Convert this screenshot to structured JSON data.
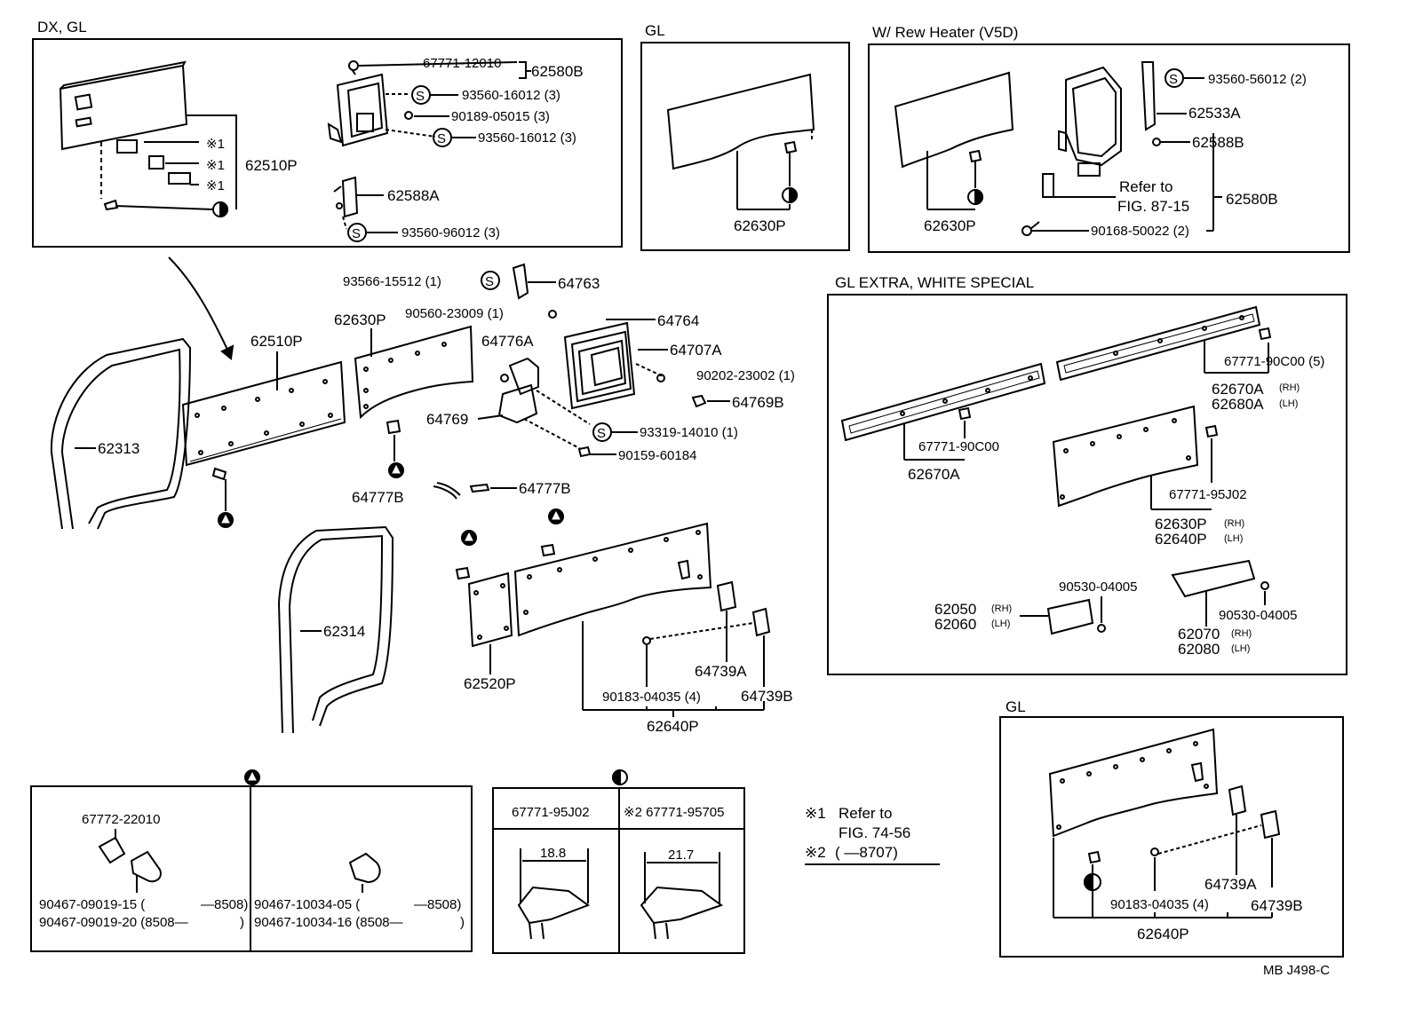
{
  "sections": {
    "dx_gl": "DX, GL",
    "gl_top": "GL",
    "rew_heater": "W/ Rew Heater (V5D)",
    "gl_extra": "GL  EXTRA, WHITE  SPECIAL",
    "gl_bottom": "GL"
  },
  "dx_gl_box": {
    "p67771_12010": "67771-12010",
    "p62580B": "62580B",
    "p93560_16012a": "93560-16012 (3)",
    "p90189_05015": "90189-05015 (3)",
    "p93560_16012b": "93560-16012 (3)",
    "p62510P": "62510P",
    "p62588A": "62588A",
    "p93560_96012": "93560-96012 (3)",
    "ref1": "※1",
    "ref2": "※1",
    "ref3": "※1"
  },
  "gl_top_box": {
    "p62630P": "62630P"
  },
  "heater_box": {
    "p93560_56012": "93560-56012 (2)",
    "p62533A": "62533A",
    "p62588B": "62588B",
    "refer_to": "Refer to",
    "fig": "FIG. 87-15",
    "p62580B": "62580B",
    "p62630P": "62630P",
    "p90168_50022": "90168-50022 (2)"
  },
  "main": {
    "p93566_15512": "93566-15512 (1)",
    "p64763": "64763",
    "p90560_23009": "90560-23009 (1)",
    "p64764": "64764",
    "p62630P": "62630P",
    "p62510P": "62510P",
    "p64776A": "64776A",
    "p64707A": "64707A",
    "p90202_23002": "90202-23002 (1)",
    "p64769B": "64769B",
    "p64769": "64769",
    "p93319_14010": "93319-14010 (1)",
    "p90159_60184": "90159-60184",
    "p62313": "62313",
    "p64777B_a": "64777B",
    "p64777B_b": "64777B",
    "p62314": "62314",
    "p62520P": "62520P",
    "p64739A": "64739A",
    "p64739B": "64739B",
    "p90183_04035": "90183-04035 (4)",
    "p62640P": "62640P"
  },
  "gl_extra_box": {
    "p67771_90C00_5": "67771-90C00 (5)",
    "p62670A_rh": "62670A",
    "rh1": "(RH)",
    "p62680A_lh": "62680A",
    "lh1": "(LH)",
    "p67771_90C00": "67771-90C00",
    "p62670A": "62670A",
    "p67771_95J02": "67771-95J02",
    "p62630P": "62630P",
    "rh2": "(RH)",
    "p62640P": "62640P",
    "lh2": "(LH)",
    "p90530_04005a": "90530-04005",
    "p62050": "62050",
    "rh3": "(RH)",
    "p62060": "62060",
    "lh3": "(LH)",
    "p90530_04005b": "90530-04005",
    "p62070": "62070",
    "rh4": "(RH)",
    "p62080": "62080",
    "lh4": "(LH)"
  },
  "triangle_box": {
    "p67772_22010": "67772-22010",
    "p90467_09019_15": "90467-09019-15 (",
    "p90467_09019_15_end": "—8508)",
    "p90467_09019_20": "90467-09019-20 (8508—",
    "p90467_09019_20_end": ")",
    "p90467_10034_05": "90467-10034-05 (",
    "p90467_10034_05_end": "—8508)",
    "p90467_10034_16": "90467-10034-16 (8508—",
    "p90467_10034_16_end": ")"
  },
  "half_box": {
    "col1": "67771-95J02",
    "col2": "※2 67771-95705",
    "dim1": "18.8",
    "dim2": "21.7"
  },
  "notes": {
    "n1_mark": "※1",
    "n1_text": "Refer to",
    "n1_fig": "FIG. 74-56",
    "n2_mark": "※2",
    "n2_text": "(        —8707)"
  },
  "gl_bottom_box": {
    "p64739A": "64739A",
    "p90183_04035": "90183-04035 (4)",
    "p64739B": "64739B",
    "p62640P": "62640P"
  },
  "footer": {
    "code": "MB  J498-C"
  },
  "colors": {
    "ink": "#000000",
    "paper": "#ffffff"
  }
}
